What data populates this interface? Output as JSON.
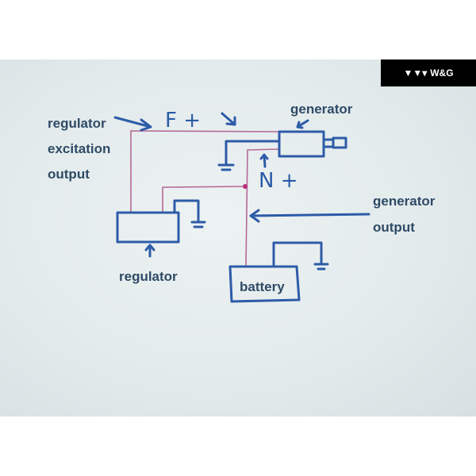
{
  "watermark": {
    "logo_icon": "triple-chevron-logo",
    "text": "W&G"
  },
  "diagram": {
    "labels": {
      "regulator_excitation_output": [
        "regulator",
        "excitation",
        "output"
      ],
      "generator": "generator",
      "generator_output": [
        "generator",
        "output"
      ],
      "regulator": "regulator",
      "battery": "battery",
      "field_plus": "F +",
      "armature_plus": "N +"
    },
    "colors": {
      "ink": "#2d5ba8",
      "wire": "#b46a96",
      "label": "#2e4a66"
    }
  }
}
